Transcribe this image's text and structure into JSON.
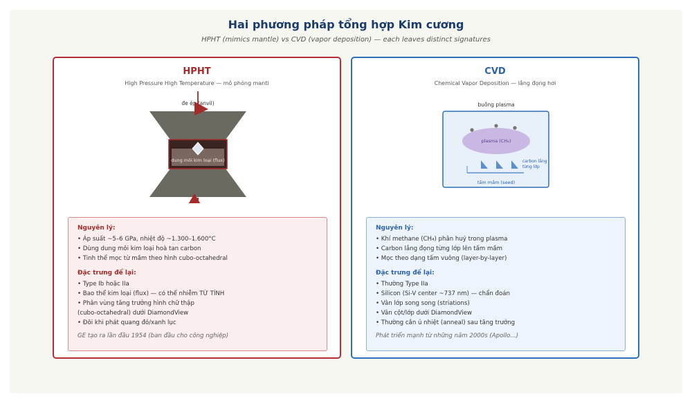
{
  "title": "Hai phương pháp tổng hợp Kim cương",
  "subtitle": "HPHT (mimics mantle) vs CVD (vapor deposition) — each leaves distinct signatures",
  "hpht": {
    "heading": "HPHT",
    "subheading": "High Pressure High Temperature — mô phỏng manti",
    "diagram": {
      "anvil_label": "đe ép (anvil)",
      "flux_label": "dung môi kim loại (flux)"
    },
    "principle_heading": "Nguyên lý:",
    "principles": [
      "• Áp suất ~5–6 GPa, nhiệt độ ~1.300–1.600°C",
      "• Dùng dung môi kim loại hoà tan carbon",
      "• Tinh thể mọc từ mầm theo hình cubo-octahedral"
    ],
    "features_heading": "Đặc trưng để lại:",
    "features": [
      "• Type Ib hoặc IIa",
      "• Bao thể kim loại (flux) — có thể nhiễm TỪ TÍNH",
      "• Phân vùng tăng trưởng hình chữ thập",
      "(cubo-octahedral) dưới DiamondView",
      "• Đôi khi phát quang đỏ/xanh lục"
    ],
    "note": "GE tạo ra lần đầu 1954 (ban đầu cho công nghiệp)",
    "colors": {
      "accent": "#a52a2a",
      "anvil": "#6b6a60",
      "flux": "#3a2422"
    }
  },
  "cvd": {
    "heading": "CVD",
    "subheading": "Chemical Vapor Deposition — lắng đọng hơi",
    "diagram": {
      "chamber_label": "buồng plasma",
      "plasma_label": "plasma (CH₄)",
      "carbon_label_1": "carbon lắng",
      "carbon_label_2": "từng lớp",
      "substrate_label": "tấm mầm (seed)"
    },
    "principle_heading": "Nguyên lý:",
    "principles": [
      "• Khí methane (CH₄) phân huỷ trong plasma",
      "• Carbon lắng đọng từng lớp lên tấm mầm",
      "• Mọc theo dạng tấm vuông (layer-by-layer)"
    ],
    "features_heading": "Đặc trưng để lại:",
    "features": [
      "• Thường Type IIa",
      "• Silicon (Si-V center ~737 nm) — chẩn đoán",
      "• Vân lớp song song (striations)",
      "• Vân cột/lớp dưới DiamondView",
      "• Thường cần ủ nhiệt (anneal) sau tăng trưởng"
    ],
    "note": "Phát triển mạnh từ những năm 2000s (Apollo...)",
    "colors": {
      "accent": "#2a62b0",
      "plasma": "#c9b8e3",
      "chamber": "#e8f0fa"
    }
  }
}
